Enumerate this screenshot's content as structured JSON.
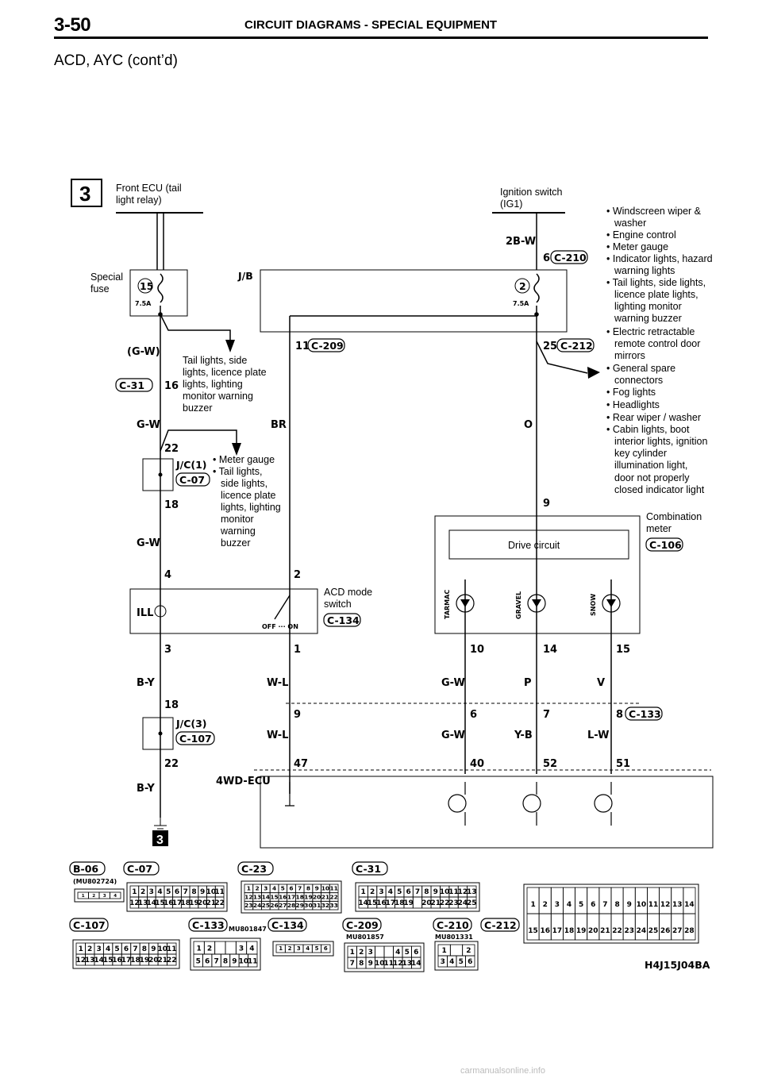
{
  "header": {
    "page_number": "3-50",
    "title": "CIRCUIT DIAGRAMS - SPECIAL EQUIPMENT"
  },
  "section_title": "ACD, AYC (cont’d)",
  "figure_code": "H4J15J04BA",
  "badge_3": "3",
  "labels": {
    "front_ecu_1": "Front ECU (tail",
    "front_ecu_2": "light relay)",
    "ignition_1": "Ignition switch",
    "ignition_2": "(IG1)",
    "special_fuse_1": "Special",
    "special_fuse_2": "fuse",
    "jb": "J/B",
    "fuse15": "15",
    "fuse15_rating": "7.5A",
    "fuse2": "2",
    "fuse2_rating": "7.5A",
    "tail_group": [
      "Tail lights, side",
      "lights, licence plate",
      "lights, lighting",
      "monitor warning",
      "buzzer"
    ],
    "meter_group": [
      "• Meter gauge",
      "• Tail lights,",
      "side lights,",
      "licence plate",
      "lights, lighting",
      "monitor",
      "warning",
      "buzzer"
    ],
    "right_list": [
      "• Windscreen wiper &",
      "washer",
      "• Engine control",
      "• Meter gauge",
      "• Indicator lights, hazard",
      "warning lights",
      "• Tail lights, side lights,",
      "licence plate lights,",
      "lighting monitor",
      "warning buzzer",
      "• Electric retractable",
      "remote control door",
      "mirrors",
      "• General spare",
      "connectors",
      "• Fog lights",
      "• Headlights",
      "• Rear wiper / washer",
      "• Cabin lights, boot",
      "interior lights, ignition",
      "key cylinder",
      "illumination light,",
      "door not properly",
      "closed indicator light"
    ],
    "combination_1": "Combination",
    "combination_2": "meter",
    "drive_circuit": "Drive circuit",
    "acd_mode_1": "ACD mode",
    "acd_mode_2": "switch",
    "ill": "ILL",
    "off_on": "OFF ··· ON",
    "tarmac": "TARMAC",
    "gravel": "GRAVEL",
    "snow": "SNOW",
    "ecu": "4WD-ECU",
    "jc1": "J/C(1)",
    "jc3": "J/C(3)"
  },
  "wires": {
    "gw_paren": "(G-W)",
    "gw": "G-W",
    "by": "B-Y",
    "br": "BR",
    "wl": "W-L",
    "bw2": "2B-W",
    "o": "O",
    "p": "P",
    "v": "V",
    "yb": "Y-B",
    "lw": "L-W"
  },
  "pins": {
    "p16": "16",
    "p22": "22",
    "p18": "18",
    "p4": "4",
    "p3": "3",
    "p11": "11",
    "p2": "2",
    "p1": "1",
    "p9": "9",
    "p47": "47",
    "p6": "6",
    "p25": "25",
    "p10": "10",
    "p14": "14",
    "p15": "15",
    "p7": "7",
    "p8": "8",
    "p40": "40",
    "p52": "52",
    "p51": "51"
  },
  "connectors": {
    "c31": "C-31",
    "c07": "C-07",
    "c107": "C-107",
    "c209": "C-209",
    "c134": "C-134",
    "c210": "C-210",
    "c212": "C-212",
    "c106": "C-106",
    "c133": "C-133",
    "b06": "B-06",
    "c23": "C-23"
  },
  "part_numbers": {
    "b06": "(MU802724)",
    "c133": "MU801847",
    "c209": "MU801857",
    "c210": "MU801331"
  },
  "footer": "carmanualsonline.info",
  "colors": {
    "ink": "#000000",
    "paper": "#ffffff"
  }
}
